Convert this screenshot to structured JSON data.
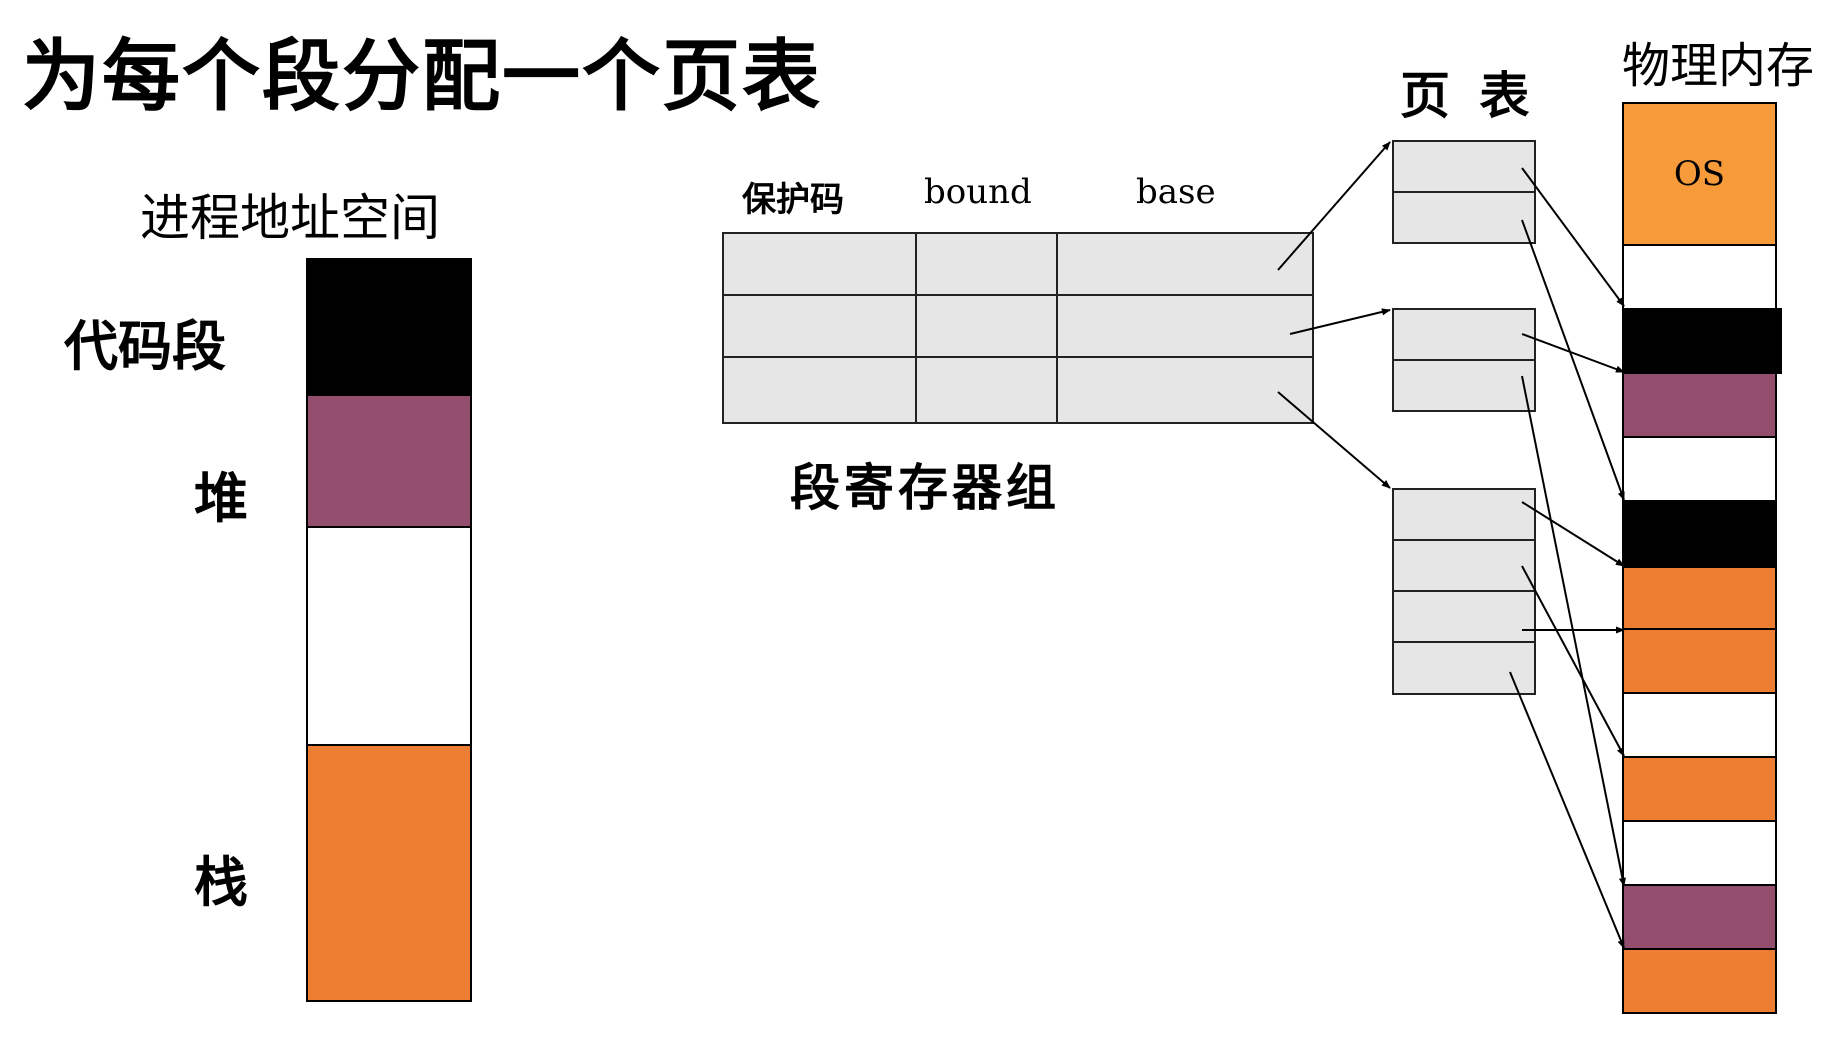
{
  "title": "为每个段分配一个页表",
  "process_space": {
    "label": "进程地址空间",
    "segments": [
      {
        "name": "代码段",
        "color": "#000000"
      },
      {
        "name": "堆",
        "color": "#934e6e"
      },
      {
        "name": "",
        "color": "#ffffff"
      },
      {
        "name": "栈",
        "color": "#ed7d31"
      }
    ]
  },
  "segment_registers": {
    "label": "段寄存器组",
    "columns": [
      "保护码",
      "bound",
      "base"
    ]
  },
  "page_table": {
    "label": "页 表"
  },
  "physical_memory": {
    "label": "物理内存",
    "os_label": "OS",
    "colors": {
      "os": "#f79a3a",
      "code": "#000000",
      "heap": "#934e6e",
      "stack": "#ed7d31",
      "free": "#ffffff"
    }
  }
}
